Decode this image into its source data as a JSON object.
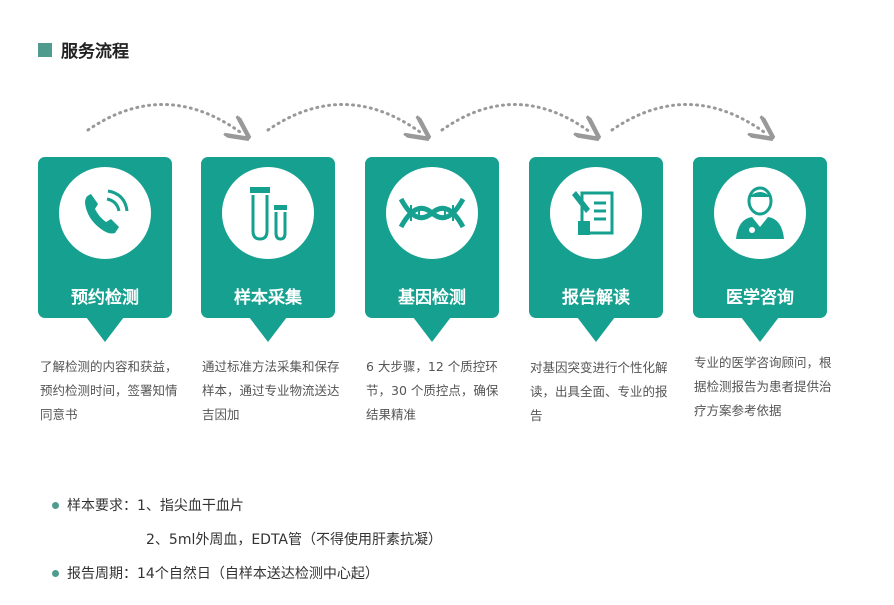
{
  "section_title": "服务流程",
  "accent": "#16a08f",
  "steps": [
    {
      "icon": "phone-icon",
      "label": "预约检测",
      "desc": "了解检测的内容和获益，预约检测时间，签署知情同意书"
    },
    {
      "icon": "test-tube-icon",
      "label": "样本采集",
      "desc": "通过标准方法采集和保存样本，通过专业物流送达吉因加"
    },
    {
      "icon": "dna-icon",
      "label": "基因检测",
      "desc": "6 大步骤，12 个质控环节，30 个质控点，确保结果精准"
    },
    {
      "icon": "report-icon",
      "label": "报告解读",
      "desc": "对基因突变进行个性化解读，出具全面、专业的报告"
    },
    {
      "icon": "doctor-icon",
      "label": "医学咨询",
      "desc": "专业的医学咨询顾问，根据检测报告为患者提供治疗方案参考依据"
    }
  ],
  "notes": {
    "sample_label": "样本要求：",
    "sample_1": "1、指尖血干血片",
    "sample_2": "2、5ml外周血，EDTA管（不得使用肝素抗凝）",
    "period_label": "报告周期：",
    "period": "14个自然日（自样本送达检测中心起）"
  }
}
